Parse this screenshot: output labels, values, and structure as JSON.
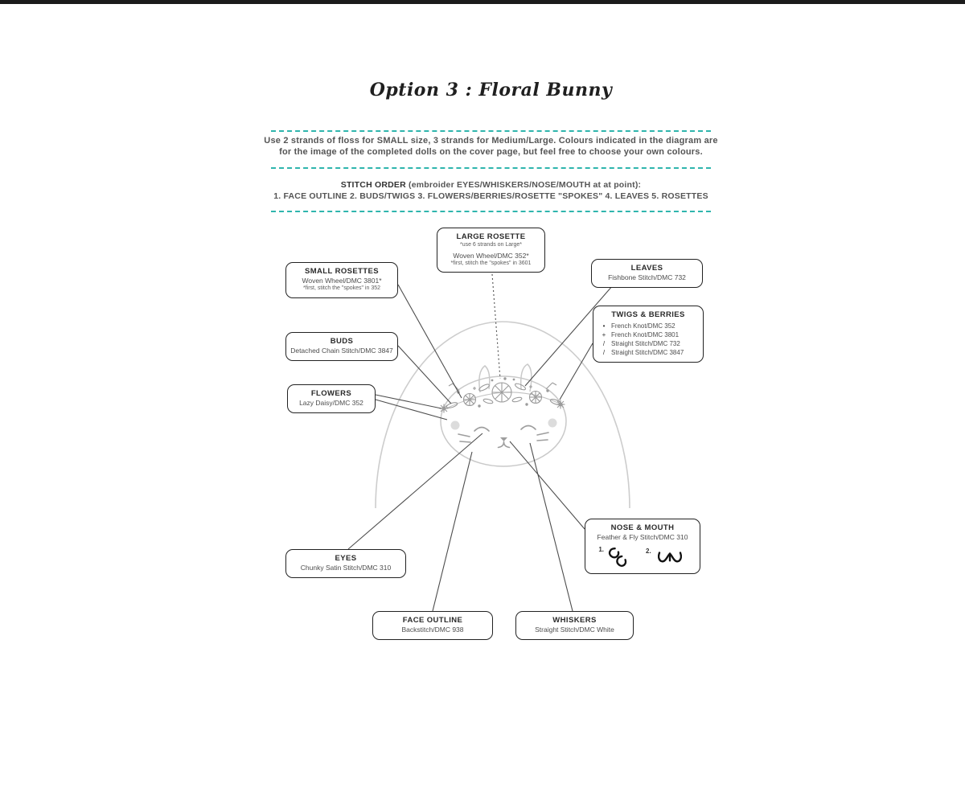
{
  "page": {
    "title": "Option 3 : Floral Bunny"
  },
  "intro": {
    "line1": "Use 2 strands of floss for SMALL size, 3 strands for Medium/Large. Colours indicated in the diagram are",
    "line2": "for the image of the completed dolls on the cover page, but feel free to choose your own  colours."
  },
  "stitch_order": {
    "heading": "STITCH ORDER",
    "heading_note": " (embroider EYES/WHISKERS/NOSE/MOUTH at at point):",
    "steps": "1. FACE OUTLINE 2. BUDS/TWIGS 3. FLOWERS/BERRIES/ROSETTE \"SPOKES\" 4. LEAVES 5. ROSETTES"
  },
  "callouts": {
    "large_rosette": {
      "title": "LARGE ROSETTE",
      "note_top": "*use 6 strands on Large*",
      "line1": "Woven Wheel/DMC 352*",
      "note_bottom": "*first, stitch the \"spokes\" in 3601"
    },
    "small_rosettes": {
      "title": "SMALL ROSETTES",
      "line1": "Woven Wheel/DMC 3801*",
      "note": "*first, stitch the \"spokes\" in 352"
    },
    "leaves": {
      "title": "LEAVES",
      "line1": "Fishbone Stitch/DMC 732"
    },
    "twigs_berries": {
      "title": "TWIGS & BERRIES",
      "items": [
        {
          "bullet": "•",
          "text": "French Knot/DMC 352"
        },
        {
          "bullet": "+",
          "text": "French Knot/DMC 3801"
        },
        {
          "bullet": "/",
          "text": "Straight Stitch/DMC 732"
        },
        {
          "bullet": "/",
          "text": "Straight Stitch/DMC 3847"
        }
      ]
    },
    "buds": {
      "title": "BUDS",
      "line1": "Detached Chain Stitch/DMC 3847"
    },
    "flowers": {
      "title": "FLOWERS",
      "line1": "Lazy Daisy/DMC 352"
    },
    "eyes": {
      "title": "EYES",
      "line1": "Chunky Satin Stitch/DMC 310"
    },
    "nose_mouth": {
      "title": "NOSE & MOUTH",
      "line1": "Feather & Fly Stitch/DMC 310",
      "fig1_label": "1.",
      "fig2_label": "2."
    },
    "face_outline": {
      "title": "FACE OUTLINE",
      "line1": "Backstitch/DMC 938"
    },
    "whiskers": {
      "title": "WHISKERS",
      "line1": "Straight Stitch/DMC White"
    }
  },
  "colors": {
    "divider_teal": "#2fb5ad",
    "text": "#4a4a4a",
    "box_border": "#222222",
    "figure_light": "#cdcdcd",
    "figure_mid": "#9e9e9e",
    "connector": "#4d4d4d"
  }
}
